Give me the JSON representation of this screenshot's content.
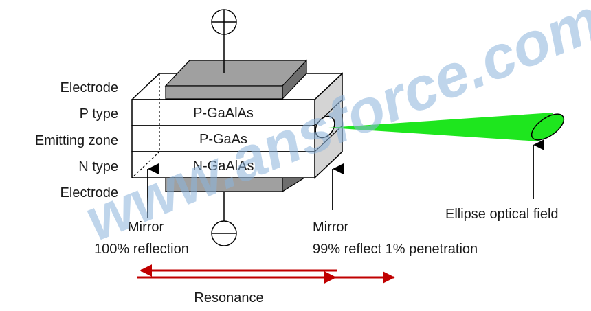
{
  "side_labels": {
    "electrode_top": "Electrode",
    "p_type": "P type",
    "emitting_zone": "Emitting zone",
    "n_type": "N type",
    "electrode_bottom": "Electrode"
  },
  "layers": {
    "top": "P-GaAlAs",
    "middle": "P-GaAs",
    "bottom": "N-GaAlAs"
  },
  "symbols": {
    "positive": "+",
    "negative": "−"
  },
  "mirror_left": {
    "title": "Mirror",
    "detail": "100% reflection"
  },
  "mirror_right": {
    "title": "Mirror",
    "detail": "99% reflect 1% penetration"
  },
  "optical_field_label": "Ellipse optical field",
  "resonance_label": "Resonance",
  "watermark": "www.ansforce.com",
  "colors": {
    "beam": "#1ee61e",
    "electrode_plate": "#a0a0a0",
    "electrode_side": "#6e6e6e",
    "resonance_arrow": "#c00000",
    "watermark": "#8cb4dc"
  }
}
